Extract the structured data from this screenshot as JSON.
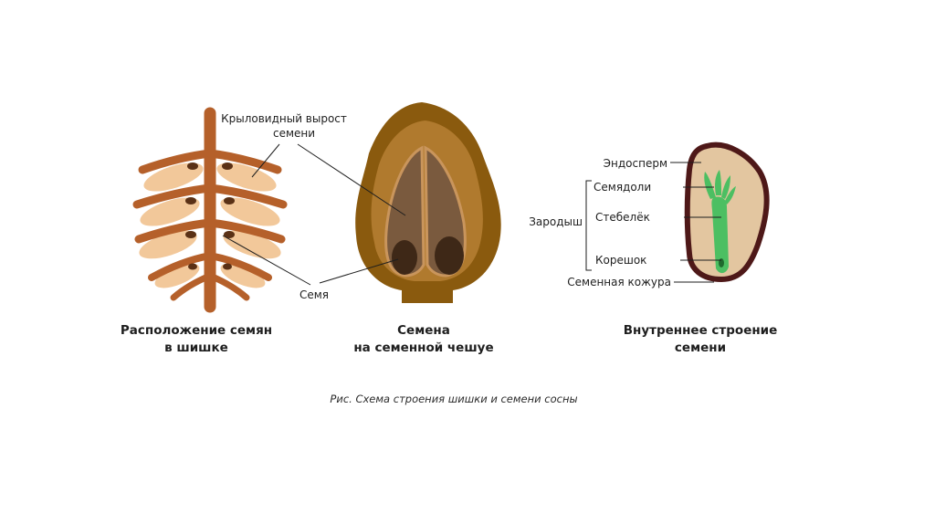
{
  "panels": {
    "cone": {
      "caption_line1": "Расположение семян",
      "caption_line2": "в шишке"
    },
    "scale": {
      "caption_line1": "Семена",
      "caption_line2": "на семенной чешуе"
    },
    "seed": {
      "caption_line1": "Внутреннее строение",
      "caption_line2": "семени"
    }
  },
  "labels": {
    "wing_line1": "Крыловидный вырост",
    "wing_line2": "семени",
    "seed": "Семя",
    "endosperm": "Эндосперм",
    "cotyledons": "Семядоли",
    "embryo": "Зародыш",
    "stem": "Стебелёк",
    "root": "Корешок",
    "seed_coat": "Семенная кожура"
  },
  "figure_caption": "Рис. Схема строения шишки и семени сосны",
  "colors": {
    "cone_brown": "#b5602a",
    "seed_tan": "#f2c89a",
    "seed_dark": "#5a3116",
    "scale_outer": "#8a5a0e",
    "scale_inner": "#b07a2e",
    "wing_fill": "#7a5a3e",
    "wing_border": "#c9955c",
    "seed_oval": "#3e2817",
    "seed_coat": "#4e1818",
    "endosperm": "#e3c6a0",
    "embryo_green": "#4cbf62"
  }
}
